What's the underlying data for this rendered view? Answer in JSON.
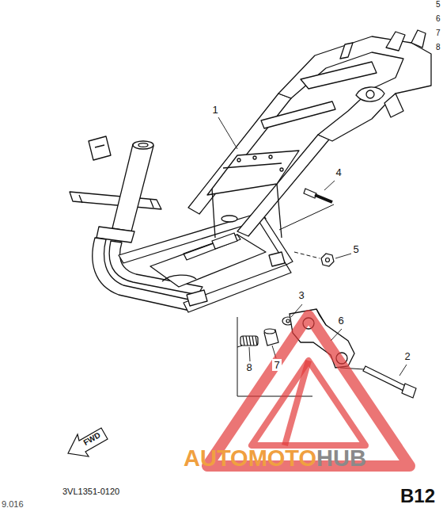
{
  "diagram": {
    "labels": [
      "1",
      "4",
      "5",
      "3",
      "6",
      "2",
      "8",
      "7",
      "FWD",
      "3VL1351-0120",
      "9.016",
      "B12",
      "5",
      "6",
      "7",
      "8",
      "AUTOMOTO",
      "HUB"
    ]
  }
}
